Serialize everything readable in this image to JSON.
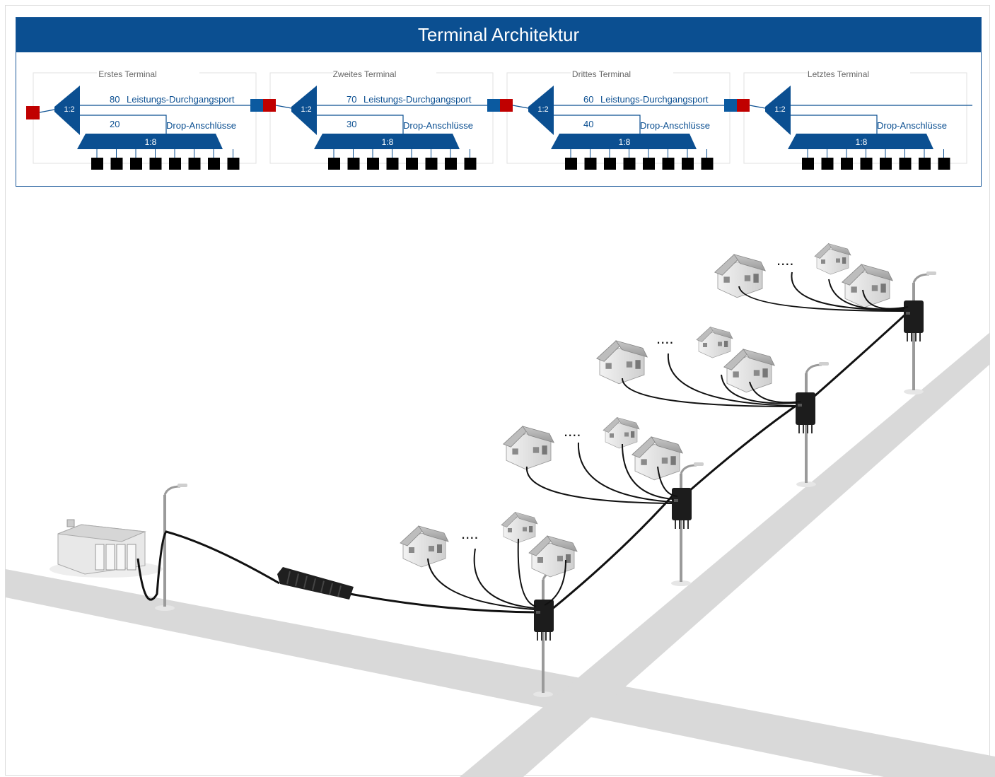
{
  "title": "Terminal Architektur",
  "terminals": [
    {
      "name": "Erstes Terminal",
      "split_in": "1:2",
      "pass_value": "80",
      "pass_label": "Leistungs-Durchgangsport",
      "drop_value": "20",
      "drop_label": "Drop-Anschlüsse",
      "split_drop": "1:8"
    },
    {
      "name": "Zweites Terminal",
      "split_in": "1:2",
      "pass_value": "70",
      "pass_label": "Leistungs-Durchgangsport",
      "drop_value": "30",
      "drop_label": "Drop-Anschlüsse",
      "split_drop": "1:8"
    },
    {
      "name": "Drittes Terminal",
      "split_in": "1:2",
      "pass_value": "60",
      "pass_label": "Leistungs-Durchgangsport",
      "drop_value": "40",
      "drop_label": "Drop-Anschlüsse",
      "split_drop": "1:8"
    },
    {
      "name": "Letztes Terminal",
      "split_in": "1:2",
      "pass_value": "",
      "pass_label": "",
      "drop_value": "",
      "drop_label": "Drop-Anschlüsse",
      "split_drop": "1:8"
    }
  ],
  "drop_port_count": 8,
  "scene": {
    "more_houses_marker": "...."
  },
  "colors": {
    "header": "#0b4f91",
    "splitter": "#0b4f91",
    "connector_red": "#c00000",
    "connector_blue": "#0b5aa0",
    "road": "#d9d9d9"
  }
}
